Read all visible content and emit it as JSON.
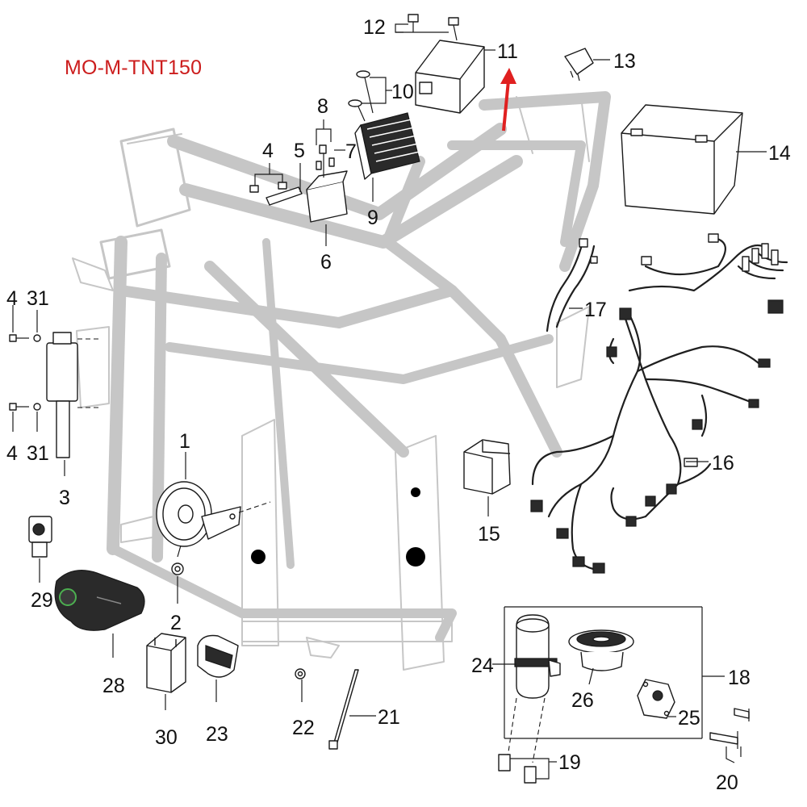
{
  "model_code": "MO-M-TNT150",
  "colors": {
    "model_code": "#cc1d1d",
    "arrow": "#e02020",
    "ink": "#1a1a1a",
    "frame": "#c6c6c6"
  },
  "callouts": [
    {
      "id": "c1",
      "text": "1"
    },
    {
      "id": "c2",
      "text": "2"
    },
    {
      "id": "c3",
      "text": "3"
    },
    {
      "id": "c4a",
      "text": "4"
    },
    {
      "id": "c4b",
      "text": "4"
    },
    {
      "id": "c4c",
      "text": "4"
    },
    {
      "id": "c5",
      "text": "5"
    },
    {
      "id": "c6",
      "text": "6"
    },
    {
      "id": "c7",
      "text": "7"
    },
    {
      "id": "c8",
      "text": "8"
    },
    {
      "id": "c9",
      "text": "9"
    },
    {
      "id": "c10",
      "text": "10"
    },
    {
      "id": "c11",
      "text": "11"
    },
    {
      "id": "c12",
      "text": "12"
    },
    {
      "id": "c13",
      "text": "13"
    },
    {
      "id": "c14",
      "text": "14"
    },
    {
      "id": "c15",
      "text": "15"
    },
    {
      "id": "c16",
      "text": "16"
    },
    {
      "id": "c17",
      "text": "17"
    },
    {
      "id": "c18",
      "text": "18"
    },
    {
      "id": "c19",
      "text": "19"
    },
    {
      "id": "c20",
      "text": "20"
    },
    {
      "id": "c21",
      "text": "21"
    },
    {
      "id": "c22",
      "text": "22"
    },
    {
      "id": "c23",
      "text": "23"
    },
    {
      "id": "c24",
      "text": "24"
    },
    {
      "id": "c25",
      "text": "25"
    },
    {
      "id": "c26",
      "text": "26"
    },
    {
      "id": "c28",
      "text": "28"
    },
    {
      "id": "c29",
      "text": "29"
    },
    {
      "id": "c30",
      "text": "30"
    },
    {
      "id": "c31a",
      "text": "31"
    },
    {
      "id": "c31b",
      "text": "31"
    }
  ]
}
